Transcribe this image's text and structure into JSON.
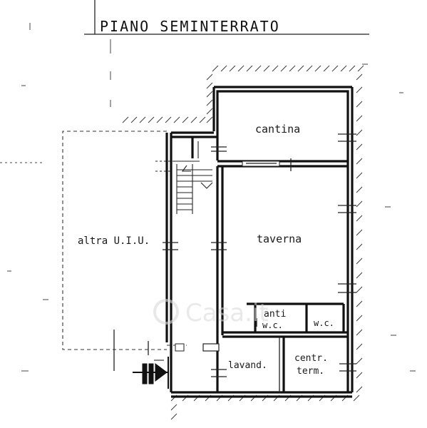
{
  "title": "PIANO SEMINTERRATO",
  "rooms": {
    "cantina": "cantina",
    "taverna": "taverna",
    "altra": "altra U.I.U.",
    "anti_line1": "anti",
    "anti_line2": "w.c.",
    "wc": "w.c.",
    "lavand": "lavand.",
    "centr_line1": "centr.",
    "centr_line2": "term."
  },
  "watermark": {
    "text": "Casa.it",
    "color": "#d8d8d8"
  },
  "colors": {
    "ink": "#111111",
    "paper": "#ffffff"
  }
}
